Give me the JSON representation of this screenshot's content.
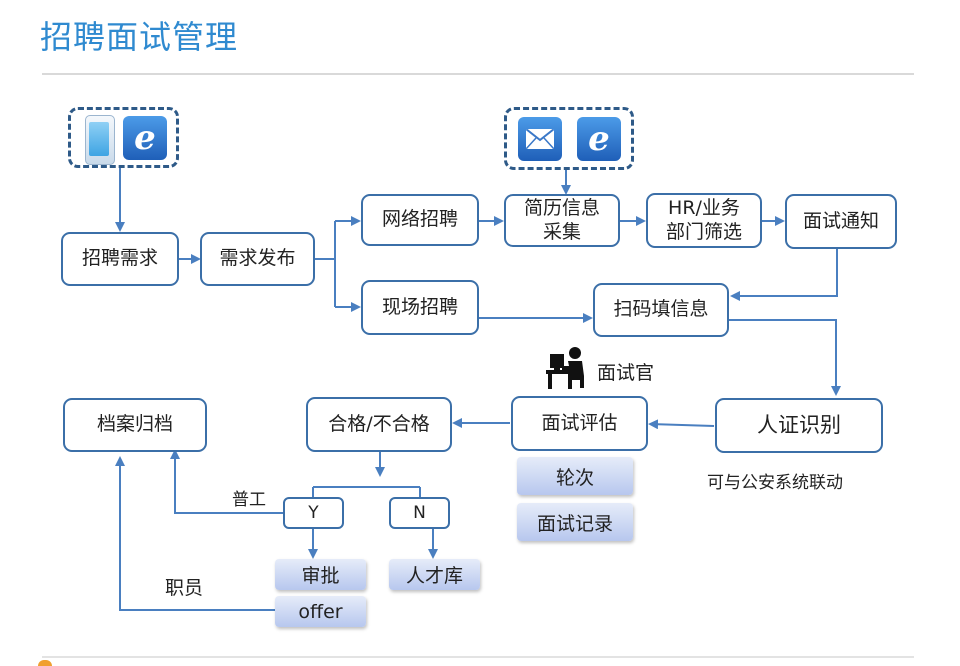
{
  "page": {
    "title": "招聘面试管理"
  },
  "icons": {
    "group1": [
      "phone-icon",
      "ie-browser-icon"
    ],
    "group2": [
      "email-icon",
      "ie-browser-icon"
    ],
    "interviewer": "interviewer-at-desk-icon",
    "accent_color": "#3b6fa8",
    "title_color": "#2f8ad0"
  },
  "flow": {
    "requirement": "招聘需求",
    "publish": "需求发布",
    "online": "网络招聘",
    "onsite": "现场招聘",
    "resume_line1": "简历信息",
    "resume_line2": "采集",
    "screen_line1": "HR/业务",
    "screen_line2": "部门筛选",
    "notify": "面试通知",
    "scan": "扫码填信息",
    "id_verify": "人证识别",
    "id_note": "可与公安系统联动",
    "interviewer": "面试官",
    "evaluate": "面试评估",
    "round": "轮次",
    "record": "面试记录",
    "pass_fail": "合格/不合格",
    "archive": "档案归档",
    "worker": "普工",
    "staff": "职员",
    "yes": "Y",
    "no": "N",
    "approve": "审批",
    "talent_pool": "人才库",
    "offer": "offer"
  }
}
